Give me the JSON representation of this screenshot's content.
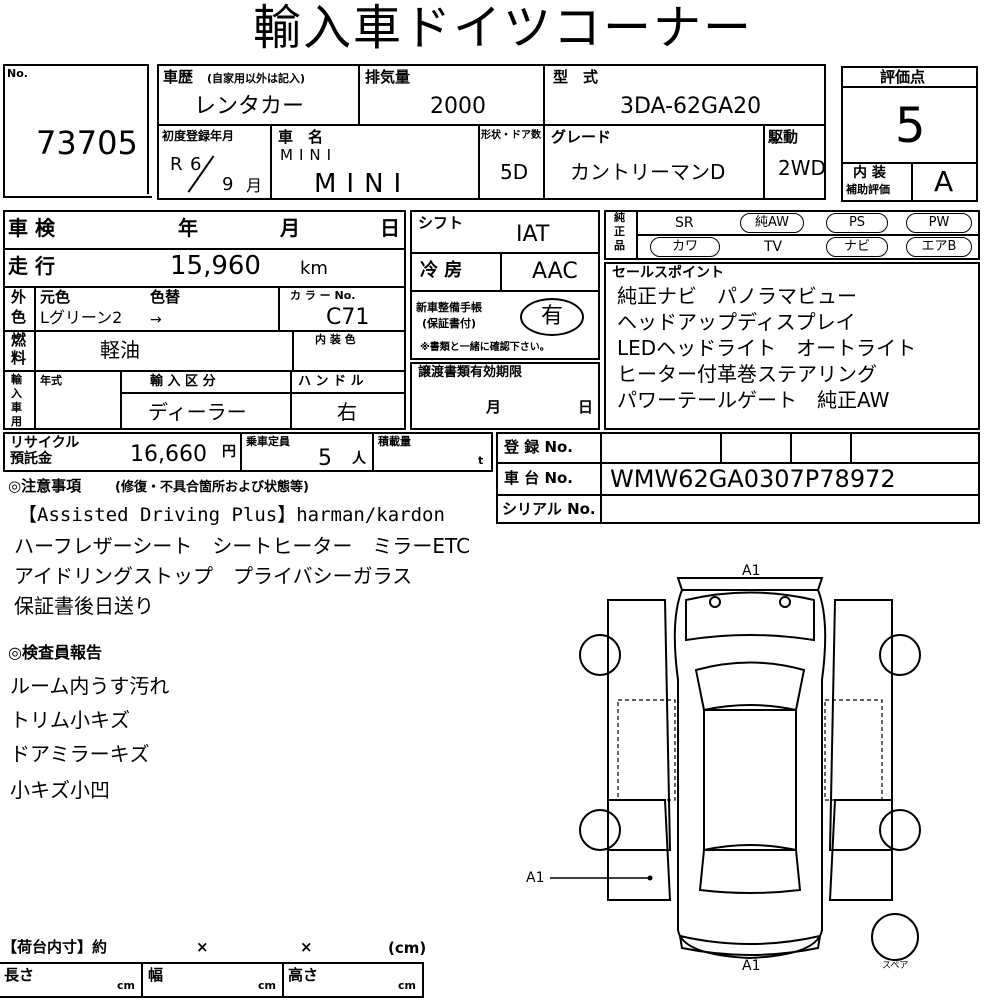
{
  "title": "輸入車ドイツコーナー",
  "lot": {
    "label": "No.",
    "number": "73705"
  },
  "history": {
    "label": "車歴",
    "sublabel": "(自家用以外は記入)",
    "value": "レンタカー"
  },
  "displacement": {
    "label": "排気量",
    "value": "2000"
  },
  "model": {
    "label": "型　式",
    "value": "3DA-62GA20"
  },
  "first_reg": {
    "label": "初度登録年月",
    "era": "R",
    "year": "6",
    "month": "9",
    "month_unit": "月"
  },
  "car_name": {
    "label": "車　名",
    "sub": "MINI",
    "value": "MINI"
  },
  "doors": {
    "label": "形状・ドア数",
    "value": "5D"
  },
  "grade": {
    "label": "グレード",
    "value": "カントリーマンD"
  },
  "drive": {
    "label": "駆動",
    "value": "2WD"
  },
  "score": {
    "label": "評価点",
    "value": "5",
    "interior_label1": "内 装",
    "interior_label2": "補助評価",
    "interior_value": "A"
  },
  "inspection": {
    "label": "車 検",
    "year": "年",
    "month": "月",
    "day": "日"
  },
  "mileage": {
    "label": "走 行",
    "value": "15,960",
    "unit": "km"
  },
  "color": {
    "side1": "外",
    "side2": "色",
    "orig_label": "元色",
    "change_label": "色替",
    "orig_value": "Lグリーン2",
    "arrow": "→",
    "code_label": "カ ラ ー No.",
    "code_value": "C71"
  },
  "fuel": {
    "side1": "燃",
    "side2": "料",
    "value": "軽油",
    "interior_color_label": "内 装 色"
  },
  "shift": {
    "label": "シフト",
    "value": "IAT"
  },
  "ac": {
    "label": "冷 房",
    "value": "AAC"
  },
  "warranty": {
    "label1": "新車整備手帳",
    "label2": "(保証書付)",
    "value": "有",
    "note": "※書類と一緒に確認下さい。"
  },
  "equipment": {
    "side": [
      "純",
      "正",
      "品"
    ],
    "row1": [
      "SR",
      "純AW",
      "PS",
      "PW"
    ],
    "row2": [
      "カワ",
      "TV",
      "ナビ",
      "エアB"
    ]
  },
  "sales": {
    "label": "セールスポイント",
    "lines": [
      "純正ナビ　パノラマビュー",
      "ヘッドアップディスプレイ",
      "LEDヘッドライト　オートライト",
      "ヒーター付革巻ステアリング",
      "パワーテールゲート　純正AW"
    ]
  },
  "import": {
    "side": [
      "輸",
      "入",
      "車",
      "用"
    ],
    "year_label": "年式",
    "class_label": "輸 入 区 分",
    "class_value": "ディーラー",
    "handle_label": "ハ ン ド ル",
    "handle_value": "右"
  },
  "transfer": {
    "label": "譲渡書類有効期限",
    "month": "月",
    "day": "日"
  },
  "recycle": {
    "label1": "リサイクル",
    "label2": "預託金",
    "value": "16,660",
    "unit": "円"
  },
  "capacity": {
    "label": "乗車定員",
    "value": "5",
    "unit": "人"
  },
  "load": {
    "label": "積載量",
    "unit": "t"
  },
  "registration": {
    "label": "登 録 No."
  },
  "chassis": {
    "label": "車 台 No.",
    "value": "WMW62GA0307P78972"
  },
  "serial": {
    "label": "シリアル No."
  },
  "notes": {
    "heading": "◎注意事項",
    "subheading": "(修復・不具合箇所および状態等)",
    "lines": [
      "【Assisted Driving Plus】harman/kardon",
      "ハーフレザーシート　シートヒーター　ミラーETC",
      "アイドリングストップ　プライバシーガラス",
      "保証書後日送り"
    ]
  },
  "inspector": {
    "heading": "◎検査員報告",
    "lines": [
      "ルーム内うす汚れ",
      "トリム小キズ",
      "ドアミラーキズ",
      "小キズ小凹"
    ]
  },
  "diagram": {
    "top_mark": "A1",
    "side_mark": "A1",
    "bottom_mark": "A1",
    "spare_label": "スペア"
  },
  "cargo": {
    "label": "【荷台内寸】約",
    "x1": "×",
    "x2": "×",
    "unit": "(cm)",
    "length": "長さ",
    "width": "幅",
    "height": "高さ",
    "cm": "cm"
  }
}
